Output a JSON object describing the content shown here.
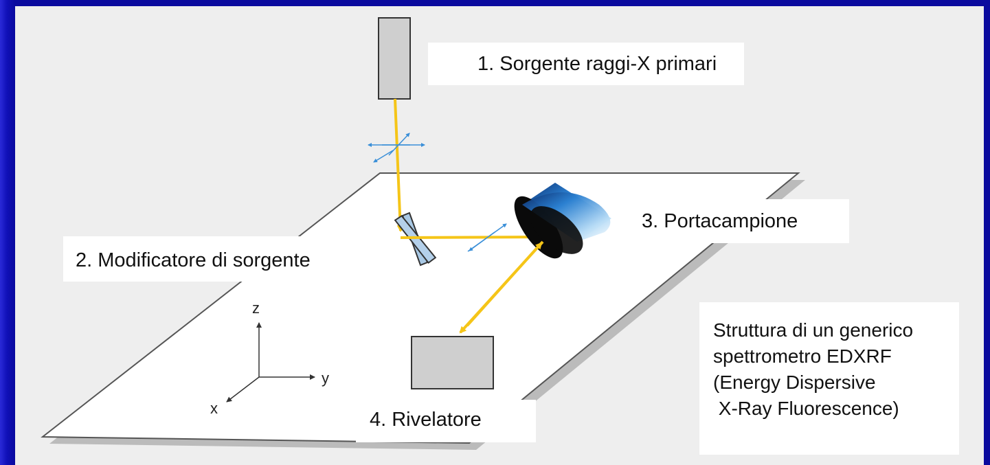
{
  "labels": {
    "source": "1. Sorgente raggi-X primari",
    "modifier": "2. Modificatore di sorgente",
    "sample_holder": "3. Portacampione",
    "detector": "4. Rivelatore"
  },
  "caption": [
    "Struttura di un generico",
    "spettrometro EDXRF",
    "(Energy Dispersive",
    " X-Ray Fluorescence)"
  ],
  "axes": {
    "z": "z",
    "y": "y",
    "x": "x"
  },
  "colors": {
    "background": "#0a0a9e",
    "panel": "#eeeeee",
    "beam": "#f5c518",
    "polarization_arrows": "#3a8fd8",
    "component_gray": "#cfcfcf",
    "sample_holder_blue": "#2a7fd0"
  }
}
